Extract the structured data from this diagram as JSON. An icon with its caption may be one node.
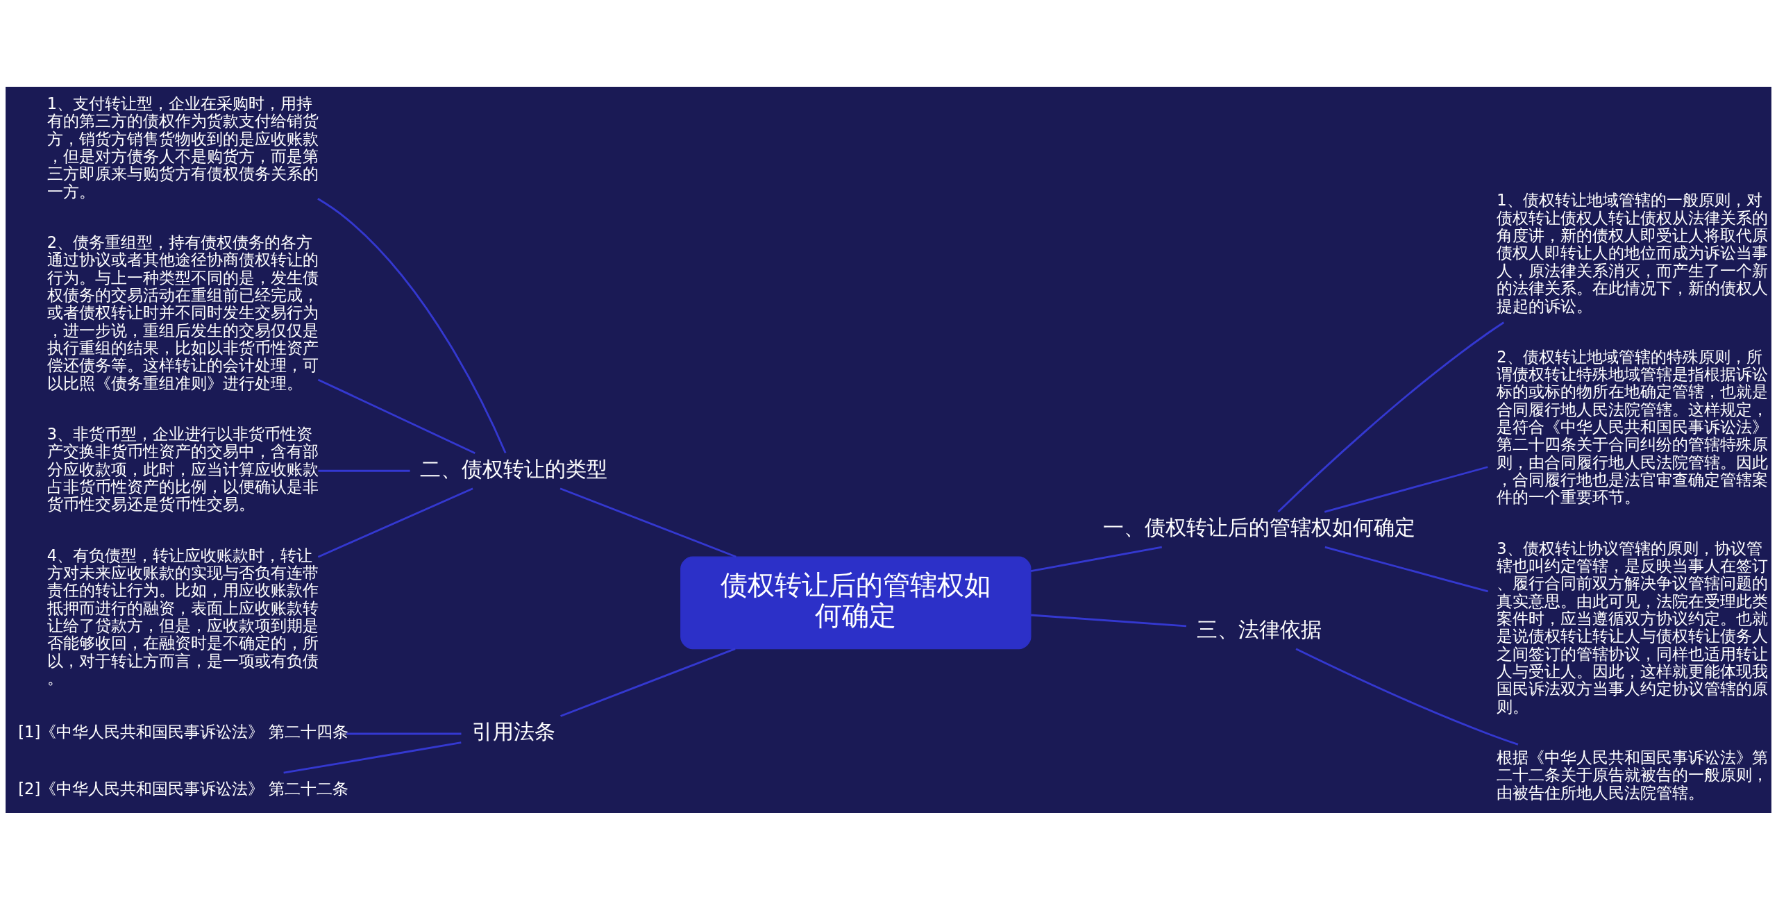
{
  "diagram": {
    "nodes": [
      {
        "text": [
          "债权转让后的管辖权如何确定"
        ]
      },
      {
        "text": [
          "一、债权转让后的管辖权如何确定"
        ]
      },
      {
        "text": [
          "1、债权转让地域管辖的一般原则，对债权转让债权人转让债权从法律关系的角度讲，新的债权人即受让人将取代原债权人即转让人的地位而成为诉讼当事人，原法律关系消灭，而产生了一个新的法律关系。在此情况下，新的债权人提起的诉讼。"
        ]
      },
      {
        "text": [
          "2、债权转让地域管辖的特殊原则，所谓债权转让特殊地域管辖是指根据诉讼标的或标的物所在地确定管辖，也就是合同履行地人民法院管辖。这样规定，是符合《中华人民共和国民事诉讼法》第二十四条关于合同纠纷的管辖特殊原则，由合同履行地人民法院管辖。因此，合同履行地也是法官审查确定管辖案件的一个重要环节。"
        ]
      },
      {
        "text": [
          "3、债权转让协议管辖的原则，协议管辖也叫约定管辖，是反映当事人在签订、履行合同前双方解决争议管辖问题的真实意思。由此可见，法院在受理此类案件时，应当遵循双方协议约定。也就是说债权转让转让人与债权转让债务人之间签订的管辖协议，同样也适用转让人与受让人。因此，这样就更能体现我国民诉法双方当事人约定协议管辖的原则。"
        ]
      },
      {
        "text": [
          "二、债权转让的类型"
        ]
      },
      {
        "text": [
          "1、支付转让型，企业在采购时，用持有的第三方的债权作为货款支付给销货方，销货方销售货物收到的是应收账款，但是对方债务人不是购货方，而是第三方即原来与购货方有债权债务关系的一方。"
        ]
      },
      {
        "text": [
          "2、债务重组型，持有债权债务的各方通过协议或者其他途径协商债权转让的行为。与上一种类型不同的是，发生债权债务的交易活动在重组前已经完成，或者债权转让时并不同时发生交易行为，进一步说，重组后发生的交易仅仅是执行重组的结果，比如以非货币性资产偿还债务等。这样转让的会计处理，可以比照《债务重组准则》进行处理。"
        ]
      },
      {
        "text": [
          "3、非货币型，企业进行以非货币性资产交换非货币性资产的交易中，含有部分应收款项，此时，应当计算应收账款占非货币性资产的比例，以便确认是非货币性交易还是货币性交易。"
        ]
      },
      {
        "text": [
          "4、有负债型，转让应收账款时，转让方对未来应收账款的实现与否负有连带责任的转让行为。比如，用应收账款作抵押而进行的融资，表面上应收账款转让给了贷款方，但是，应收款项到期是否能够收回，在融资时是不确定的，所以，对于转让方而言，是一项或有负债。"
        ]
      },
      {
        "text": [
          "三、法律依据"
        ]
      },
      {
        "text": [
          "根据《中华人民共和国民事诉讼法》第二十二条关于原告就被告的一般原则，由被告住所地人民法院管辖。"
        ]
      },
      {
        "text": [
          "引用法条"
        ]
      },
      {
        "text": [
          "[1]《中华人民共和国民事诉讼法》 第二十四条"
        ]
      },
      {
        "text": [
          "[2]《中华人民共和国民事诉讼法》 第二十二条"
        ]
      }
    ],
    "edges": [
      {
        "from": 0,
        "to": 1,
        "arrow": "none"
      },
      {
        "from": 1,
        "to": 2,
        "arrow": "none"
      },
      {
        "from": 1,
        "to": 3,
        "arrow": "none"
      },
      {
        "from": 1,
        "to": 4,
        "arrow": "none"
      },
      {
        "from": 5,
        "to": 0,
        "arrow": "none"
      },
      {
        "from": 6,
        "to": 5,
        "arrow": "none"
      },
      {
        "from": 7,
        "to": 5,
        "arrow": "none"
      },
      {
        "from": 8,
        "to": 5,
        "arrow": "none"
      },
      {
        "from": 9,
        "to": 5,
        "arrow": "none"
      },
      {
        "from": 0,
        "to": 10,
        "arrow": "none"
      },
      {
        "from": 10,
        "to": 11,
        "arrow": "none"
      },
      {
        "from": 12,
        "to": 0,
        "arrow": "none"
      },
      {
        "from": 13,
        "to": 12,
        "arrow": "none"
      },
      {
        "from": 14,
        "to": 12,
        "arrow": "none"
      }
    ]
  }
}
